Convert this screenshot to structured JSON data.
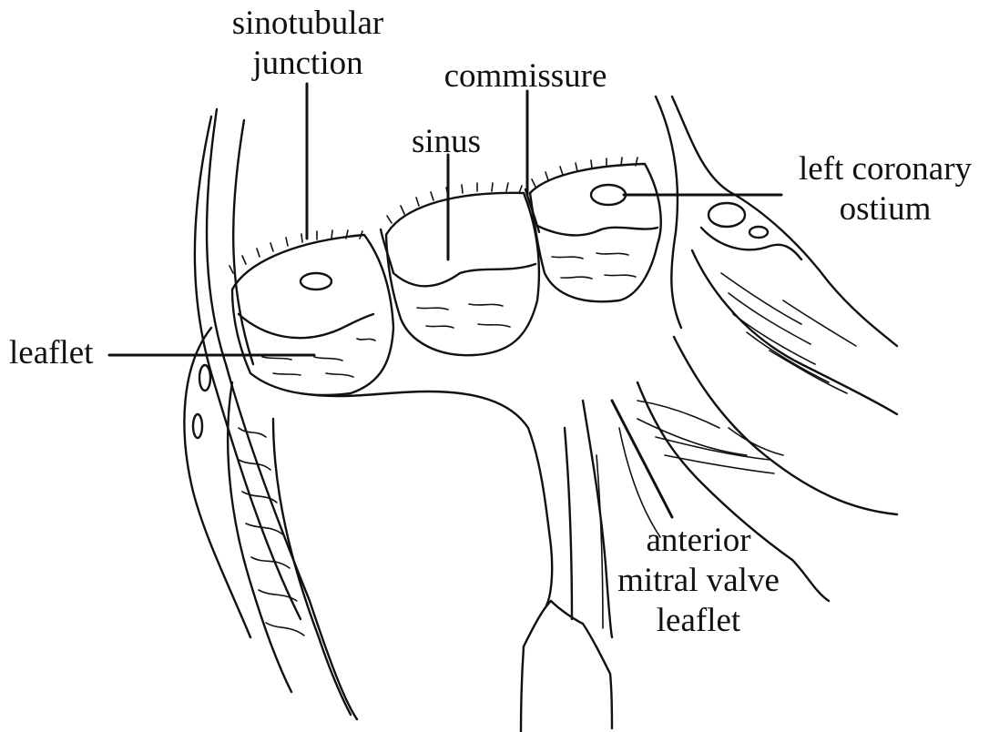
{
  "labels": {
    "sinotubular_line1": "sinotubular",
    "sinotubular_line2": "junction",
    "commissure": "commissure",
    "sinus": "sinus",
    "left_coronary_line1": "left coronary",
    "left_coronary_line2": "ostium",
    "leaflet": "leaflet",
    "anterior_line1": "anterior",
    "anterior_line2": "mitral valve",
    "anterior_line3": "leaflet"
  },
  "colors": {
    "ink": "#111111",
    "background": "#ffffff"
  }
}
